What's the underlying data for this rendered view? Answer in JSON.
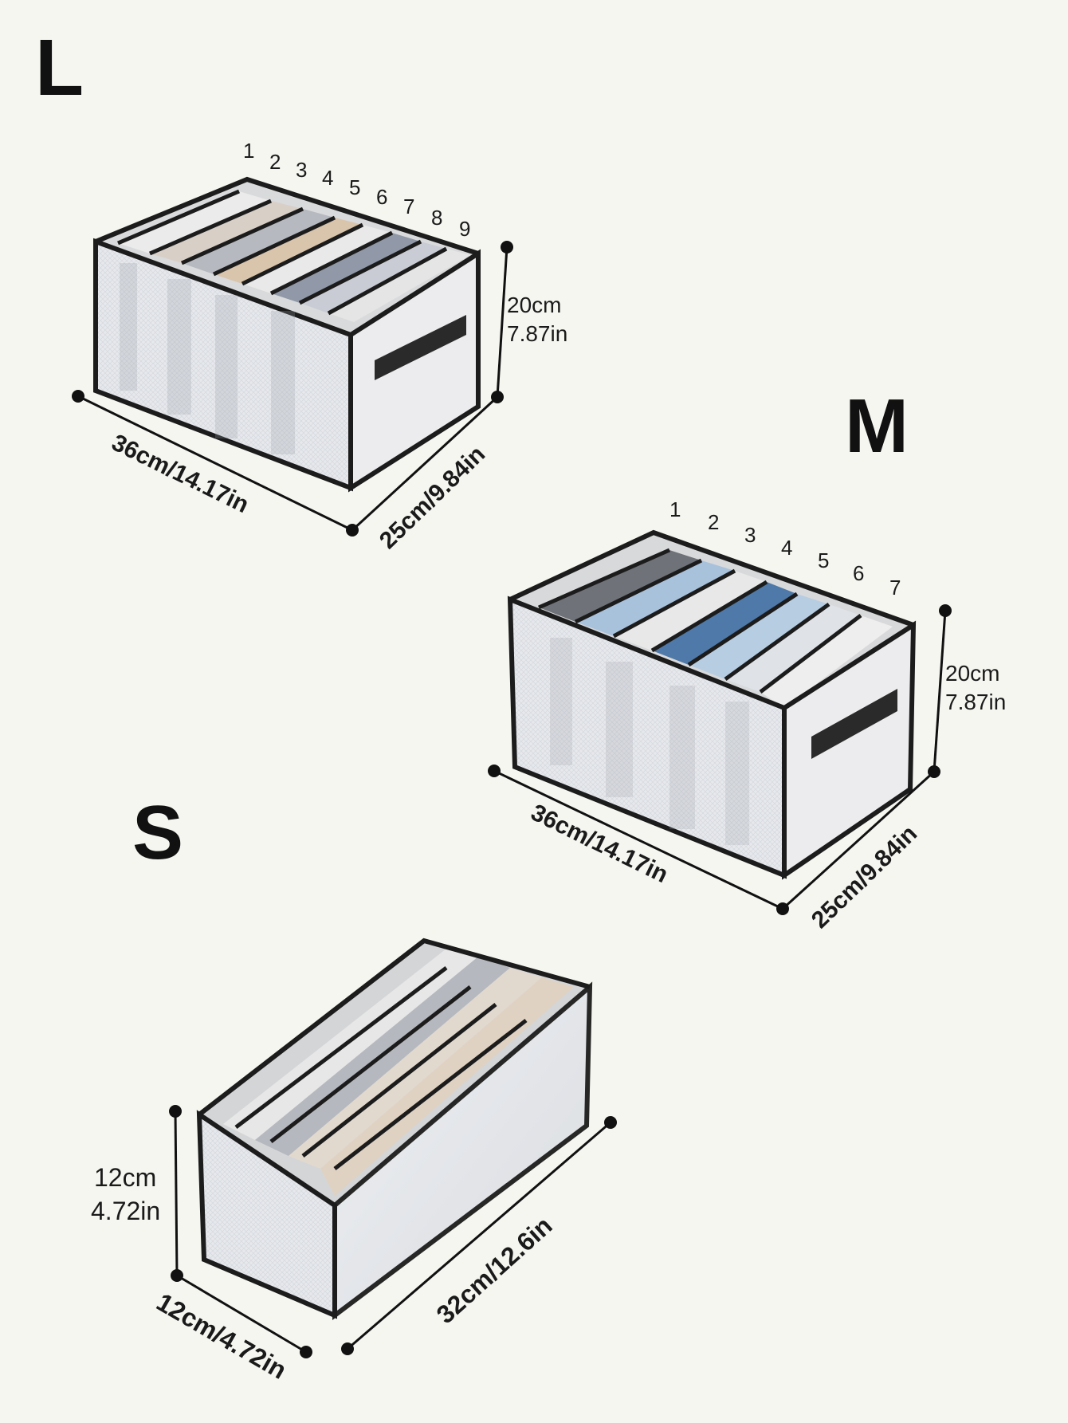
{
  "sizes": {
    "large": {
      "label": "L",
      "compartment_numbers": [
        "1",
        "2",
        "3",
        "4",
        "5",
        "6",
        "7",
        "8",
        "9"
      ],
      "height_cm": "20cm",
      "height_in": "7.87in",
      "length": "36cm/14.17in",
      "width": "25cm/9.84in"
    },
    "medium": {
      "label": "M",
      "compartment_numbers": [
        "1",
        "2",
        "3",
        "4",
        "5",
        "6",
        "7"
      ],
      "height_cm": "20cm",
      "height_in": "7.87in",
      "length": "36cm/14.17in",
      "width": "25cm/9.84in"
    },
    "small": {
      "label": "S",
      "height_cm": "12cm",
      "height_in": "4.72in",
      "length": "32cm/12.6in",
      "width": "12cm/4.72in"
    }
  },
  "colors": {
    "background": "#f6f6f1",
    "frame": "#1c1c1c",
    "mesh": "#e4e6ea",
    "dimension_line": "#111111"
  }
}
